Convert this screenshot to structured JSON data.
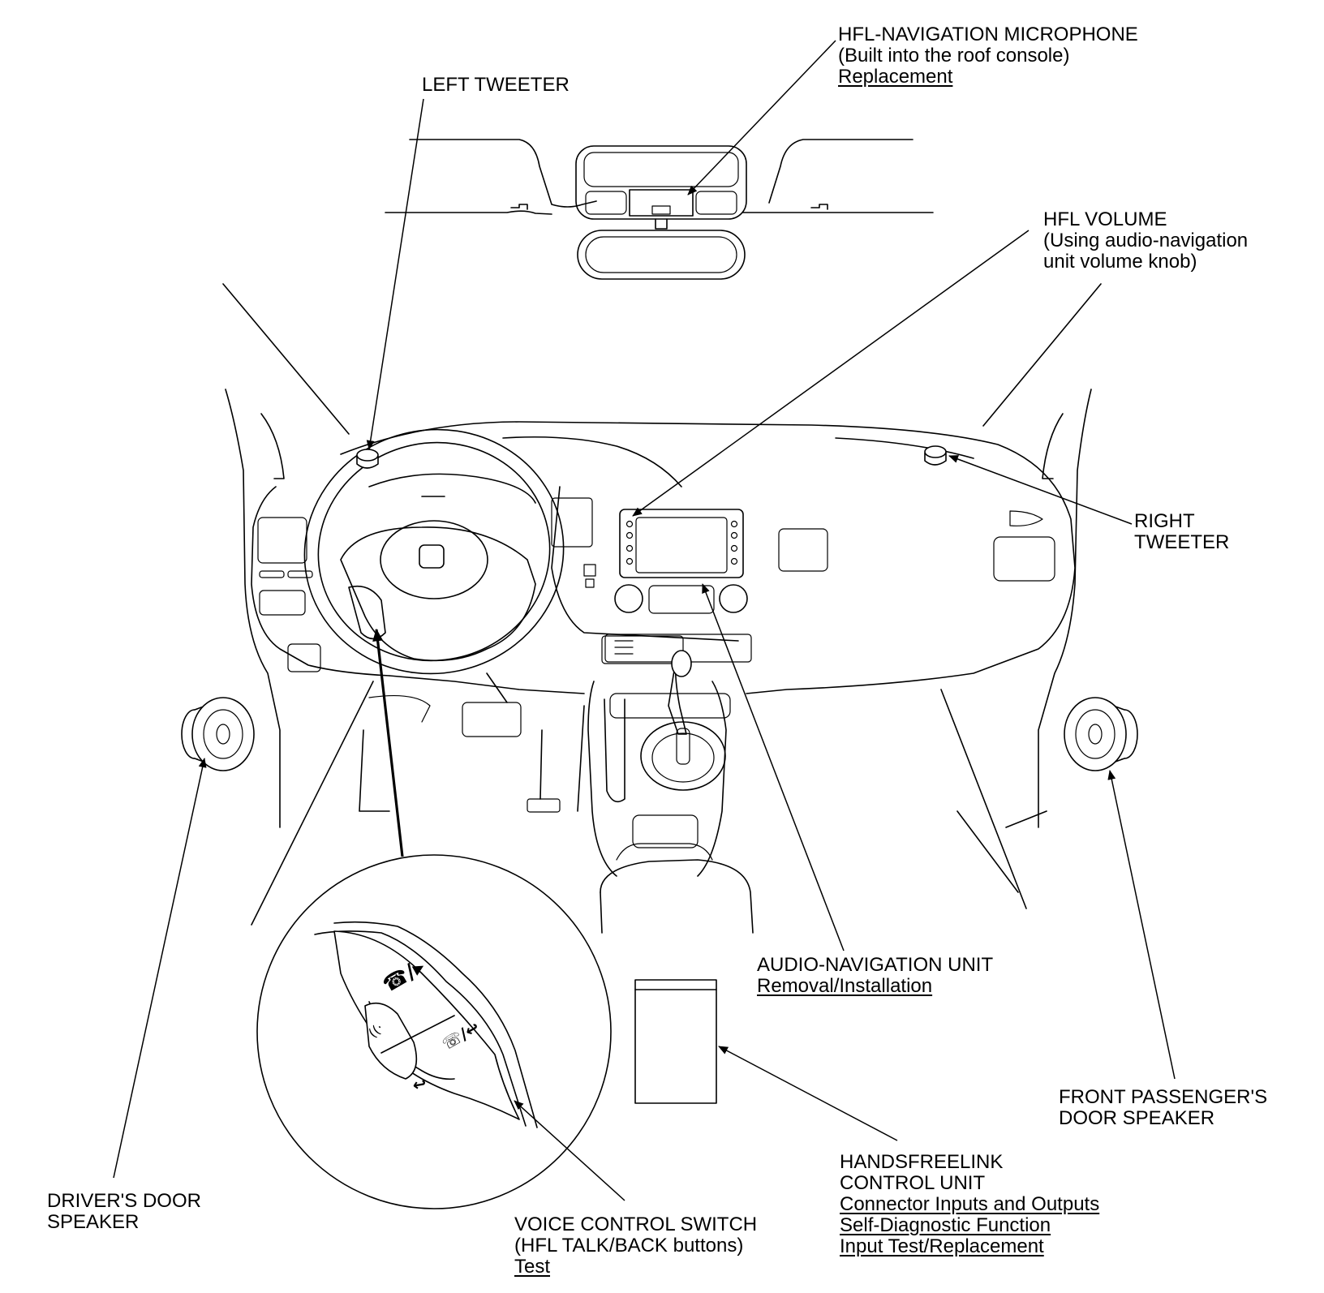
{
  "labels": {
    "microphone": {
      "lines": [
        "HFL-NAVIGATION MICROPHONE",
        "(Built into the roof console)"
      ],
      "links": [
        "Replacement"
      ]
    },
    "left_tweeter": {
      "lines": [
        "LEFT TWEETER"
      ],
      "links": []
    },
    "hfl_volume": {
      "lines": [
        "HFL VOLUME",
        "(Using audio-navigation",
        "unit volume knob)"
      ],
      "links": []
    },
    "right_tweeter": {
      "lines": [
        "RIGHT",
        "TWEETER"
      ],
      "links": []
    },
    "audio_nav_unit": {
      "lines": [
        "AUDIO-NAVIGATION UNIT"
      ],
      "links": [
        "Removal/Installation"
      ]
    },
    "front_pass_speaker": {
      "lines": [
        "FRONT PASSENGER'S",
        "DOOR SPEAKER"
      ],
      "links": []
    },
    "hfl_control_unit": {
      "lines": [
        "HANDSFREELINK",
        "CONTROL UNIT"
      ],
      "links": [
        "Connector Inputs and Outputs",
        "Self-Diagnostic Function",
        "Input Test/Replacement"
      ]
    },
    "voice_switch": {
      "lines": [
        "VOICE CONTROL SWITCH",
        "(HFL TALK/BACK buttons)"
      ],
      "links": [
        "Test"
      ]
    },
    "driver_speaker": {
      "lines": [
        "DRIVER'S DOOR",
        "SPEAKER"
      ],
      "links": []
    }
  }
}
